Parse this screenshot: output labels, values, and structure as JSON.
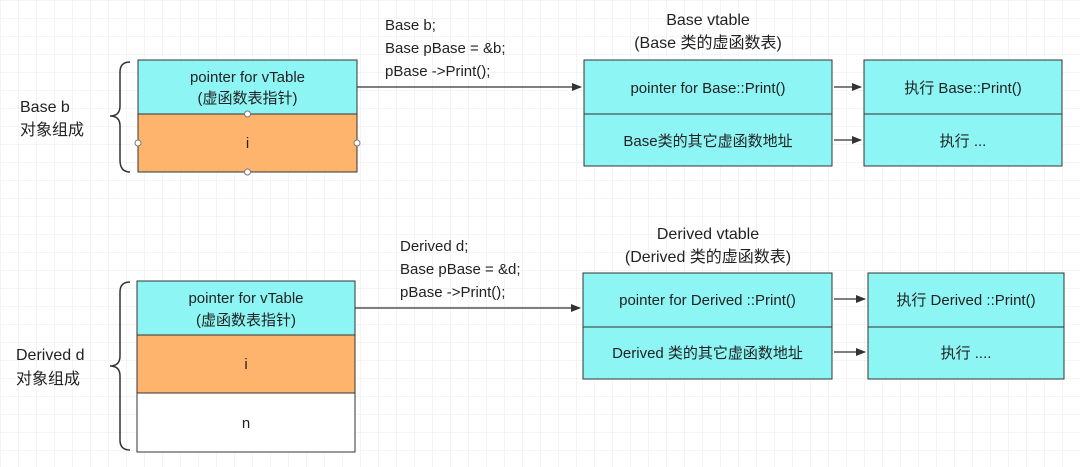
{
  "colors": {
    "cyan": "#8EF5F5",
    "orange": "#FFB46E",
    "white": "#FFFFFF",
    "border": "#333333",
    "grid": "#EAEAEA"
  },
  "base": {
    "label_line1": "Base b",
    "label_line2": "对象组成",
    "obj_vptr_line1": "pointer for vTable",
    "obj_vptr_line2": "(虚函数表指针)",
    "obj_i": "i",
    "code_line1": "Base b;",
    "code_line2": "Base pBase = &b;",
    "code_line3": "pBase ->Print();",
    "vtable_title_line1": "Base vtable",
    "vtable_title_line2": "(Base 类的虚函数表)",
    "vtable_row1": "pointer for Base::Print()",
    "vtable_row2": "Base类的其它虚函数地址",
    "exec_row1": "执行 Base::Print()",
    "exec_row2": "执行 ..."
  },
  "derived": {
    "label_line1": "Derived d",
    "label_line2": "对象组成",
    "obj_vptr_line1": "pointer for vTable",
    "obj_vptr_line2": "(虚函数表指针)",
    "obj_i": "i",
    "obj_n": "n",
    "code_line1": "Derived d;",
    "code_line2": "Base pBase = &d;",
    "code_line3": "pBase ->Print();",
    "vtable_title_line1": "Derived vtable",
    "vtable_title_line2": "(Derived 类的虚函数表)",
    "vtable_row1": "pointer for Derived ::Print()",
    "vtable_row2": "Derived 类的其它虚函数地址",
    "exec_row1": "执行 Derived ::Print()",
    "exec_row2": "执行 ...."
  }
}
